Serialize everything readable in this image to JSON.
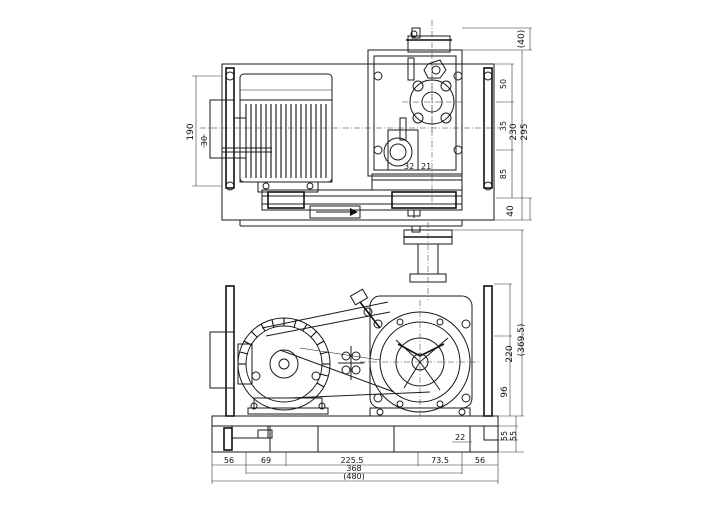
{
  "dimensions": {
    "top_view": {
      "height_left": "190",
      "left_small": "30",
      "right_top": "(40)",
      "right_50": "50",
      "right_35": "35",
      "right_85": "85",
      "right_230": "230",
      "right_295": "295",
      "right_bottom": "40",
      "port_a": "32",
      "port_b": "21"
    },
    "front_view": {
      "right_220": "220",
      "right_3695": "(369.5)",
      "right_96": "96",
      "right_55a": "55",
      "right_55b": "55",
      "small_22": "22",
      "bottom_56_left": "56",
      "bottom_69": "69",
      "bottom_2255": "225.5",
      "bottom_735": "73.5",
      "bottom_56_right": "56",
      "bottom_368": "368",
      "bottom_480": "(480)"
    }
  }
}
